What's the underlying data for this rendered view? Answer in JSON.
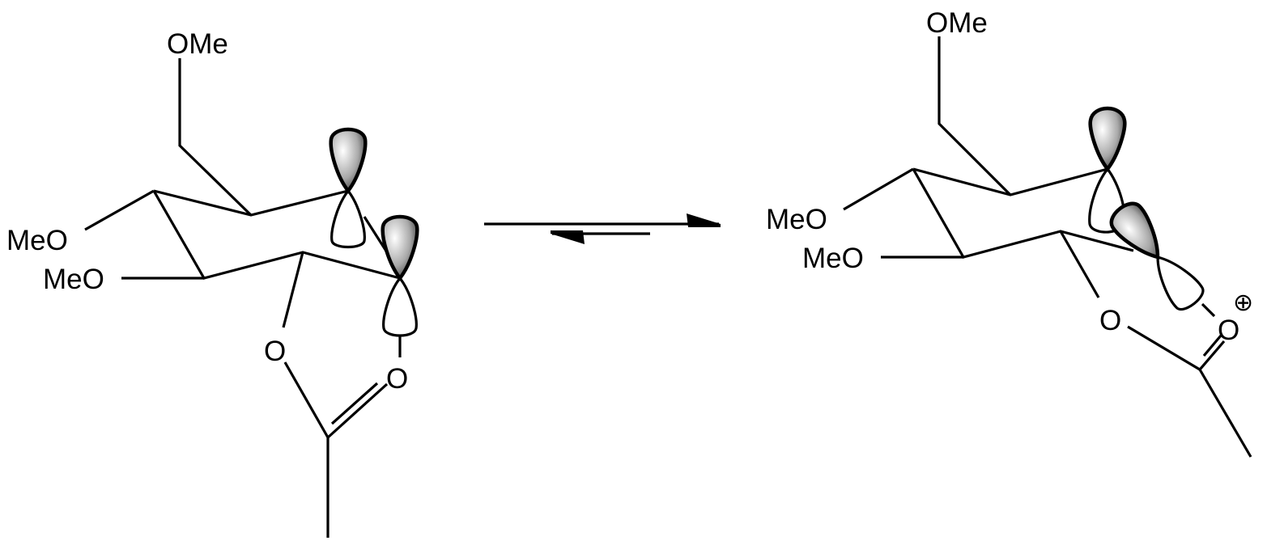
{
  "labels": {
    "ome": "OMe",
    "meo": "MeO",
    "o": "O",
    "plus": "⊕"
  },
  "colors": {
    "line": "#000000",
    "orbital_light": "#ffffff",
    "orbital_dark": "#555555"
  },
  "reaction": {
    "arrow": "equilibrium",
    "favors": "right"
  }
}
